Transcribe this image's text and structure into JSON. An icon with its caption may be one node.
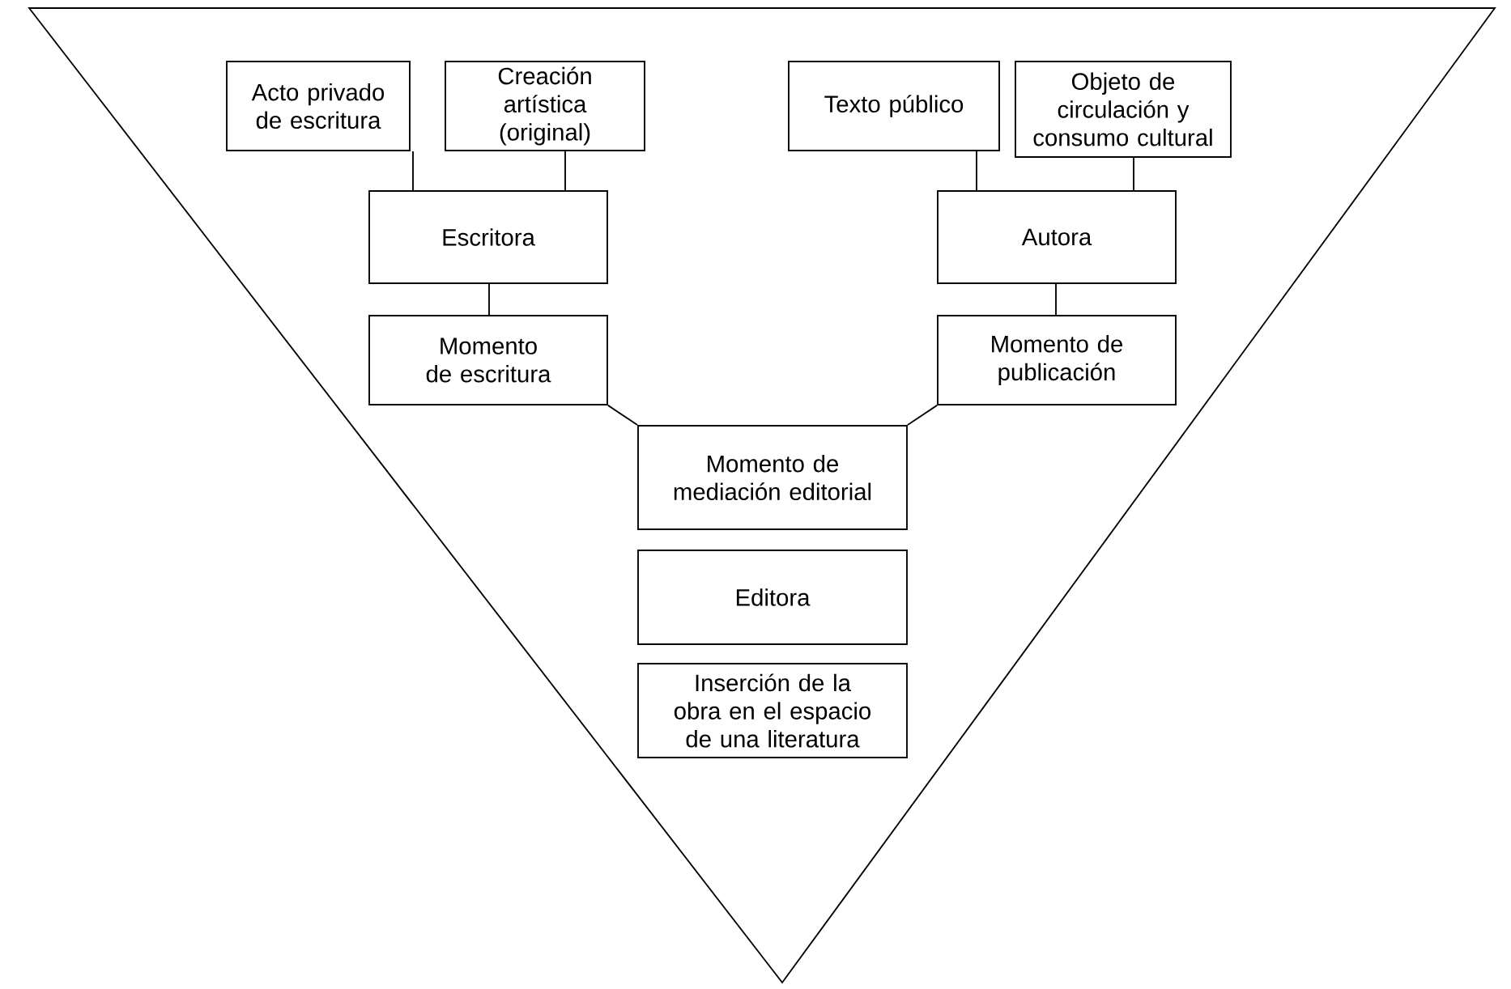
{
  "diagram": {
    "nodes": [
      {
        "text": [
          "Acto privado de escritura"
        ]
      },
      {
        "text": [
          "Creación artística (original)"
        ]
      },
      {
        "text": [
          "Texto público"
        ]
      },
      {
        "text": [
          "Objeto de circulación y consumo cultural"
        ]
      },
      {
        "text": [
          "Escritora"
        ]
      },
      {
        "text": [
          "Autora"
        ]
      },
      {
        "text": [
          "Momento de escritura"
        ]
      },
      {
        "text": [
          "Momento de publicación"
        ]
      },
      {
        "text": [
          "Momento de mediación editorial"
        ]
      },
      {
        "text": [
          "Editora"
        ]
      },
      {
        "text": [
          "Inserción de la obra en el espacio de una literatura"
        ]
      }
    ],
    "edges": [
      {
        "from": 0,
        "to": 4,
        "arrow": "none"
      },
      {
        "from": 1,
        "to": 4,
        "arrow": "none"
      },
      {
        "from": 2,
        "to": 5,
        "arrow": "none"
      },
      {
        "from": 3,
        "to": 5,
        "arrow": "none"
      },
      {
        "from": 4,
        "to": 6,
        "arrow": "none"
      },
      {
        "from": 5,
        "to": 7,
        "arrow": "none"
      },
      {
        "from": 6,
        "to": 8,
        "arrow": "none"
      },
      {
        "from": 7,
        "to": 8,
        "arrow": "none"
      }
    ]
  }
}
